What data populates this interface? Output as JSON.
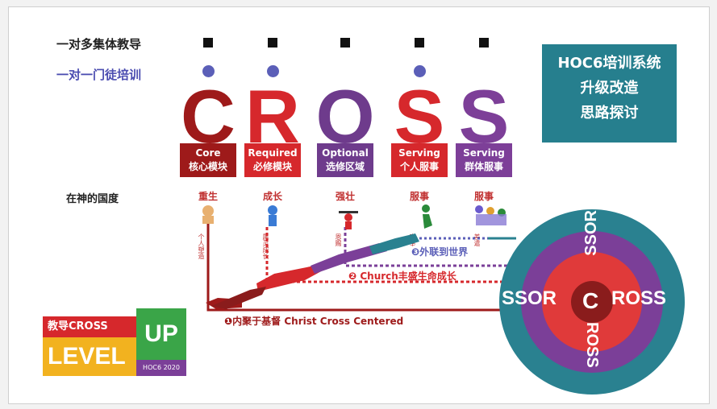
{
  "rows": {
    "group_teaching": "一对多集体教导",
    "personal_training": "一对一门徒培训",
    "god_scale": "在神的国度"
  },
  "cross_letters": [
    {
      "letter": "C",
      "color": "#9e1a1a",
      "en": "Core",
      "zh": "核心模块",
      "stage": "重生",
      "side_text": "个人塑造"
    },
    {
      "letter": "R",
      "color": "#d6282c",
      "en": "Required",
      "zh": "必修模块",
      "stage": "成长",
      "side_text": "属灵成长"
    },
    {
      "letter": "O",
      "color": "#6e3b8c",
      "en": "Optional",
      "zh": "选修区域",
      "stage": "强壮",
      "side_text": "恩赐"
    },
    {
      "letter": "S",
      "color": "#d6282c",
      "en": "Serving",
      "zh": "个人服事",
      "stage": "服事",
      "side_text": "事奉"
    },
    {
      "letter": "S",
      "color": "#7d3f98",
      "en": "Serving",
      "zh": "群体服事",
      "stage": "服事",
      "side_text": "差遣"
    }
  ],
  "hoc": {
    "line1": "HOC6培训系统",
    "line2": "升级改造",
    "line3": "思路探讨"
  },
  "steps": {
    "step1": "❶内聚于基督 Christ Cross Centered",
    "step2": "❷ Church丰盛生命成长",
    "step3": "❸外联到世界"
  },
  "badge": {
    "top": "教导CROSS",
    "level": "LEVEL",
    "up": "UP",
    "small": "HOC6 2020"
  },
  "target": {
    "left_text": "SSOR",
    "right_text": "ROSS",
    "top_text": "SSOR",
    "bottom_text": "ROSS",
    "center": "C",
    "colors": {
      "outer": "#2a8190",
      "mid": "#7b3f98",
      "inner": "#e03a3a",
      "core": "#8a1c1c"
    }
  }
}
